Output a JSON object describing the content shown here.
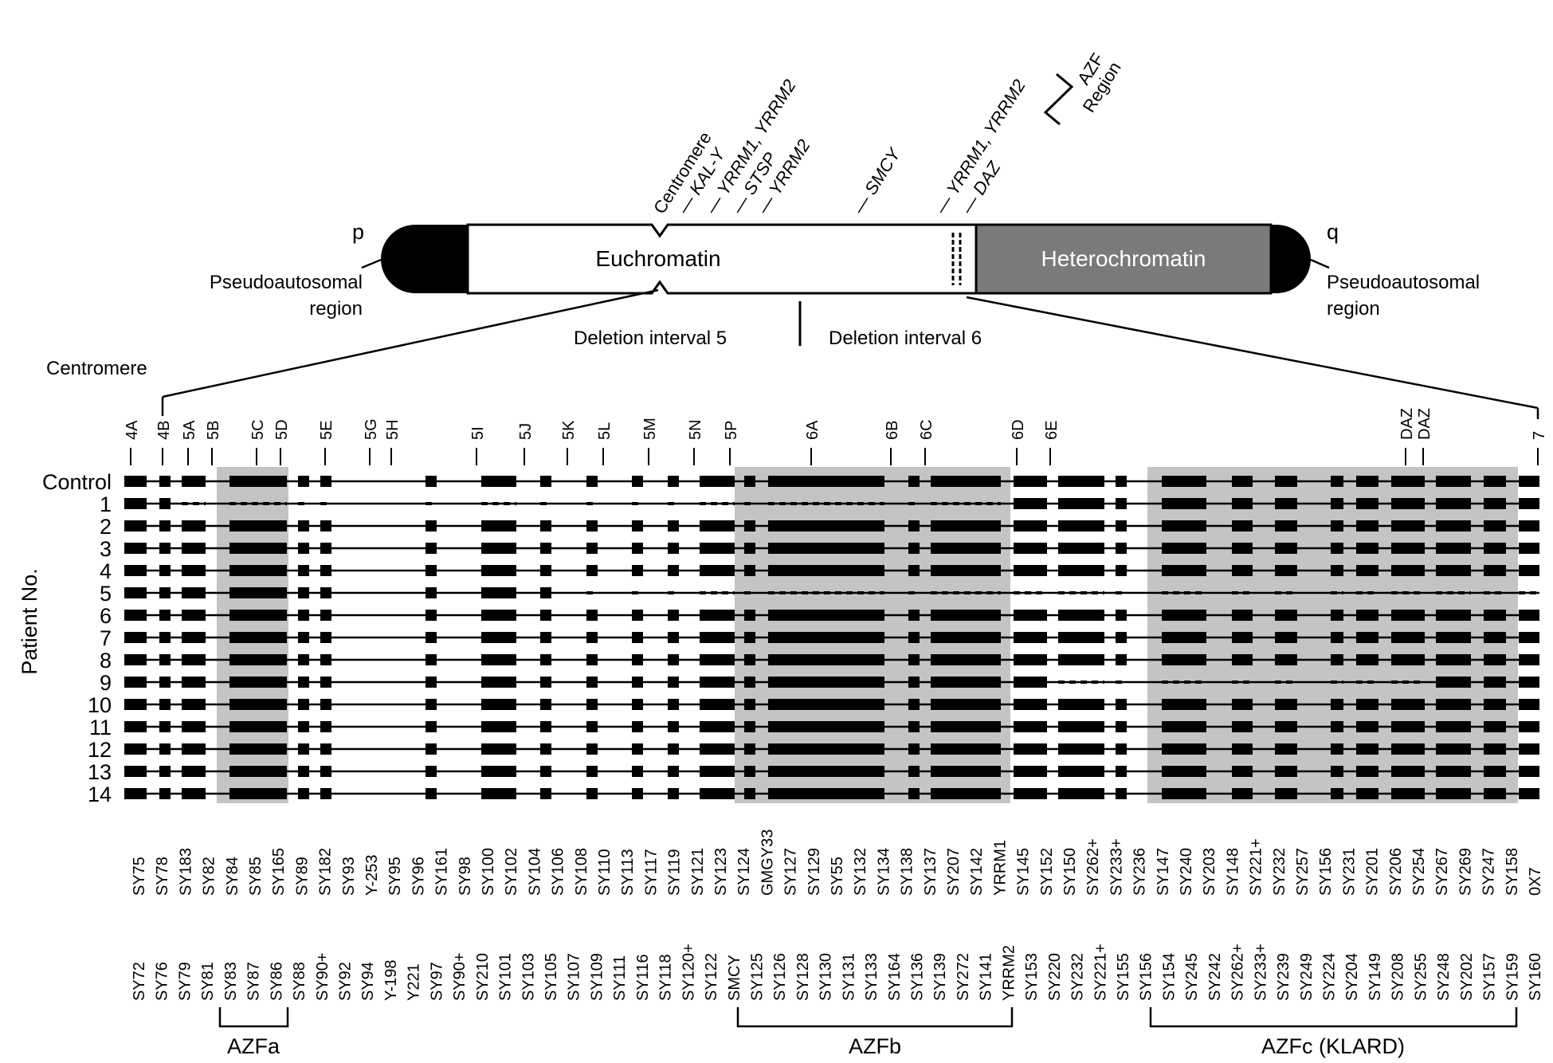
{
  "chromosome": {
    "p_arm": "p",
    "q_arm": "q",
    "euchromatin": "Euchromatin",
    "heterochromatin": "Heterochromatin",
    "pseudo_left": [
      "Pseudoautosomal",
      "region"
    ],
    "pseudo_right": [
      "Pseudoautosomal",
      "region"
    ],
    "genes": [
      "Centromere",
      "KAL-Y",
      "YRRM1, YRRM2",
      "STSP",
      "YRRM2",
      "SMCY",
      "YRRM1, YRRM2",
      "DAZ"
    ],
    "azf_region": [
      "AZF",
      "Region"
    ],
    "deletion_interval_5": "Deletion interval 5",
    "deletion_interval_6": "Deletion interval 6",
    "centromere_label": "Centromere"
  },
  "interval_labels": [
    "4A",
    "4B",
    "5A",
    "5B",
    "5C",
    "5D",
    "5E",
    "5G",
    "5H",
    "5I",
    "5J",
    "5K",
    "5L",
    "5M",
    "5N",
    "5P",
    "6A",
    "6B",
    "6C",
    "6D",
    "6E",
    "DAZ",
    "DAZ",
    "7"
  ],
  "row_labels": [
    "Control",
    "1",
    "2",
    "3",
    "4",
    "5",
    "6",
    "7",
    "8",
    "9",
    "10",
    "11",
    "12",
    "13",
    "14"
  ],
  "y_axis_label": "Patient No.",
  "markers_top": [
    "SY75",
    "SY78",
    "SY183",
    "SY82",
    "SY84",
    "SY85",
    "SY165",
    "SY89",
    "SY182",
    "SY93",
    "Y-253",
    "SY95",
    "SY96",
    "SY161",
    "SY98",
    "SY100",
    "SY102",
    "SY104",
    "SY106",
    "SY108",
    "SY110",
    "SY113",
    "SY117",
    "SY119",
    "SY121",
    "SY123",
    "SY124",
    "GMGY33",
    "SY127",
    "SY129",
    "SY55",
    "SY132",
    "SY134",
    "SY138",
    "SY137",
    "SY207",
    "SY142",
    "YRRM1",
    "SY145",
    "SY152",
    "SY150",
    "SY262+",
    "SY233+",
    "SY236",
    "SY147",
    "SY240",
    "SY203",
    "SY148",
    "SY221+",
    "SY232",
    "SY257",
    "SY156",
    "SY231",
    "SY201",
    "SY206",
    "SY254",
    "SY267",
    "SY269",
    "SY247",
    "SY158",
    "0X7"
  ],
  "markers_bottom": [
    "SY72",
    "SY76",
    "SY79",
    "SY81",
    "SY83",
    "SY87",
    "SY86",
    "SY88",
    "SY90+",
    "SY92",
    "SY94",
    "Y-198",
    "Y221",
    "SY97",
    "SY90+",
    "SY210",
    "SY101",
    "SY103",
    "SY105",
    "SY107",
    "SY109",
    "SY111",
    "SY116",
    "SY118",
    "SY120+",
    "SY122",
    "SMCY",
    "SY125",
    "SY126",
    "SY128",
    "SY130",
    "SY131",
    "SY133",
    "SY164",
    "SY136",
    "SY139",
    "SY272",
    "SY141",
    "YRRM2",
    "SY153",
    "SY220",
    "SY232",
    "SY221+",
    "SY155",
    "SY156",
    "SY154",
    "SY245",
    "SY242",
    "SY262+",
    "SY233+",
    "SY239",
    "SY249",
    "SY224",
    "SY204",
    "SY149",
    "SY208",
    "SY255",
    "SY248",
    "SY202",
    "SY157",
    "SY159",
    "SY160"
  ],
  "regions": [
    "AZFa",
    "AZFb",
    "AZFc (KLARD)"
  ],
  "colors": {
    "shade": "#c4c4c4",
    "heterochromatin": "#7a7a7a",
    "ink": "#000000"
  }
}
